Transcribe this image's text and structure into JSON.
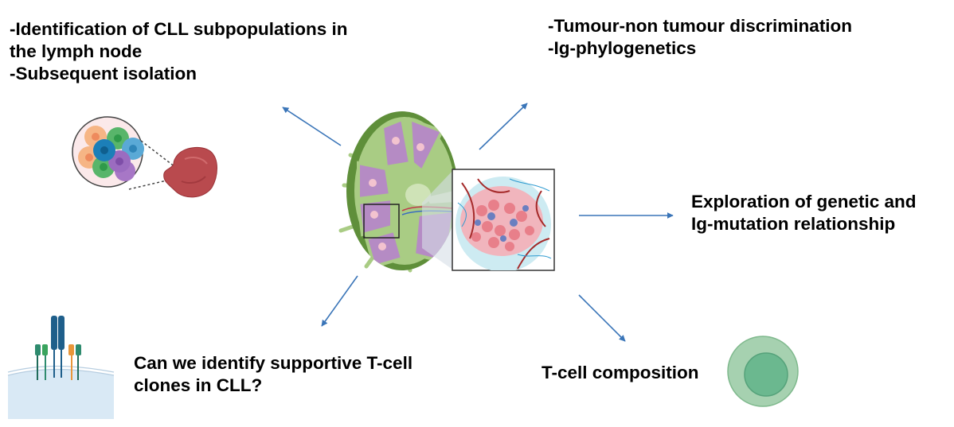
{
  "title": "CLL lymph node analysis overview",
  "labels": {
    "top_left": [
      "-Identification of CLL subpopulations in",
      "the lymph node",
      "-Subsequent isolation"
    ],
    "top_right": [
      "-Tumour-non tumour discrimination",
      "-Ig-phylogenetics"
    ],
    "right": [
      "Exploration of genetic and",
      "Ig-mutation relationship"
    ],
    "bottom_left": [
      "Can we identify supportive T-cell",
      "clones in CLL?"
    ],
    "bottom_right": [
      "T-cell composition"
    ]
  },
  "colors": {
    "arrow": "#3a75b8",
    "node_outer": "#5f8f3a",
    "node_inner": "#a9cc84",
    "follicle": "#b58bc4",
    "germinal_center": "#f3c3cf",
    "tumour": "#b94a4e",
    "tcell_outer": "#a6d1b0",
    "tcell_inner": "#6bb88f",
    "receptor_blue": "#1f5f8b",
    "receptor_green": "#2e8b6e",
    "receptor_orange": "#e8963a"
  },
  "icons": {
    "cell_cluster": "cell-cluster-icon",
    "tumour": "tumour-tissue-icon",
    "lymph_node": "lymph-node-icon",
    "tissue_zoom": "tissue-section-icon",
    "receptor": "t-cell-receptor-icon",
    "tcell": "t-cell-icon"
  }
}
